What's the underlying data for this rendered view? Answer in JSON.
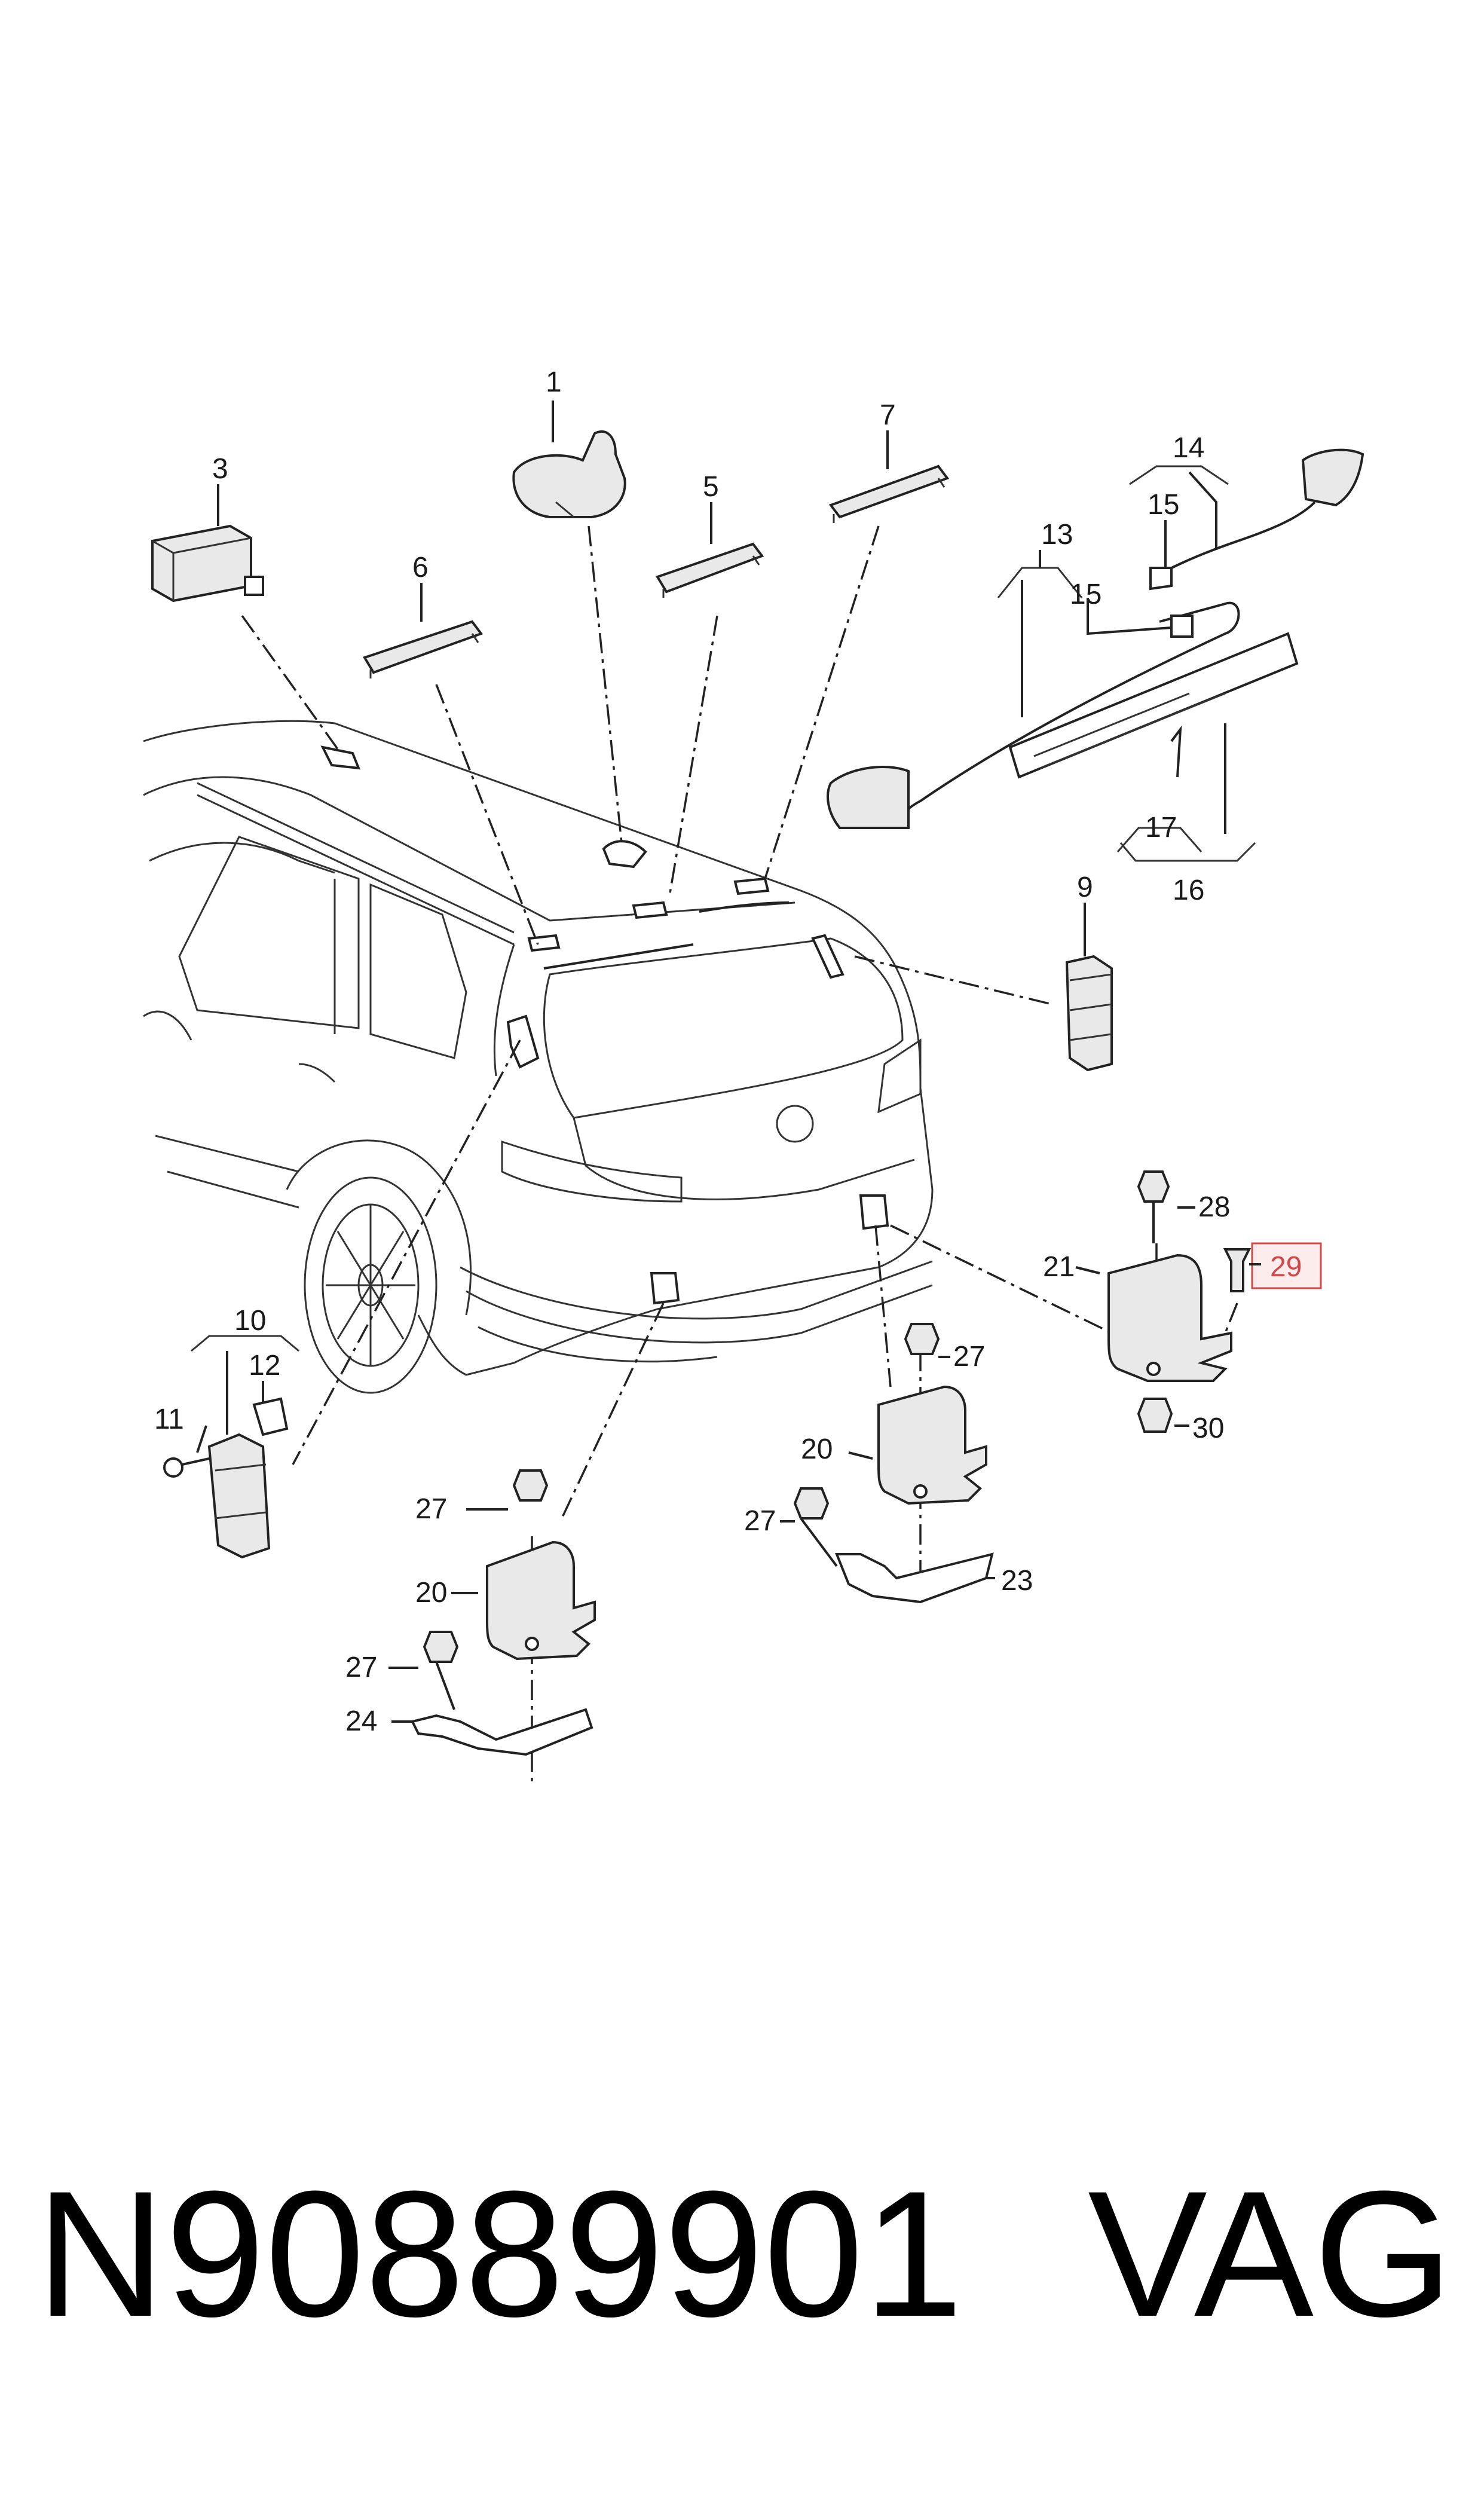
{
  "labels": {
    "l1": "1",
    "l3": "3",
    "l5": "5",
    "l6": "6",
    "l7": "7",
    "l9": "9",
    "l10": "10",
    "l11": "11",
    "l12": "12",
    "l13": "13",
    "l14": "14",
    "l15a": "15",
    "l15b": "15",
    "l16": "16",
    "l17": "17",
    "l20a": "20",
    "l20b": "20",
    "l21": "21",
    "l23": "23",
    "l24": "24",
    "l27a": "27",
    "l27b": "27",
    "l27c": "27",
    "l27d": "27",
    "l28": "28",
    "l29": "29",
    "l30": "30"
  },
  "highlight": {
    "part": "29",
    "color": "#d04848"
  },
  "caption": {
    "part_number": "N90889901",
    "brand": "VAG"
  }
}
